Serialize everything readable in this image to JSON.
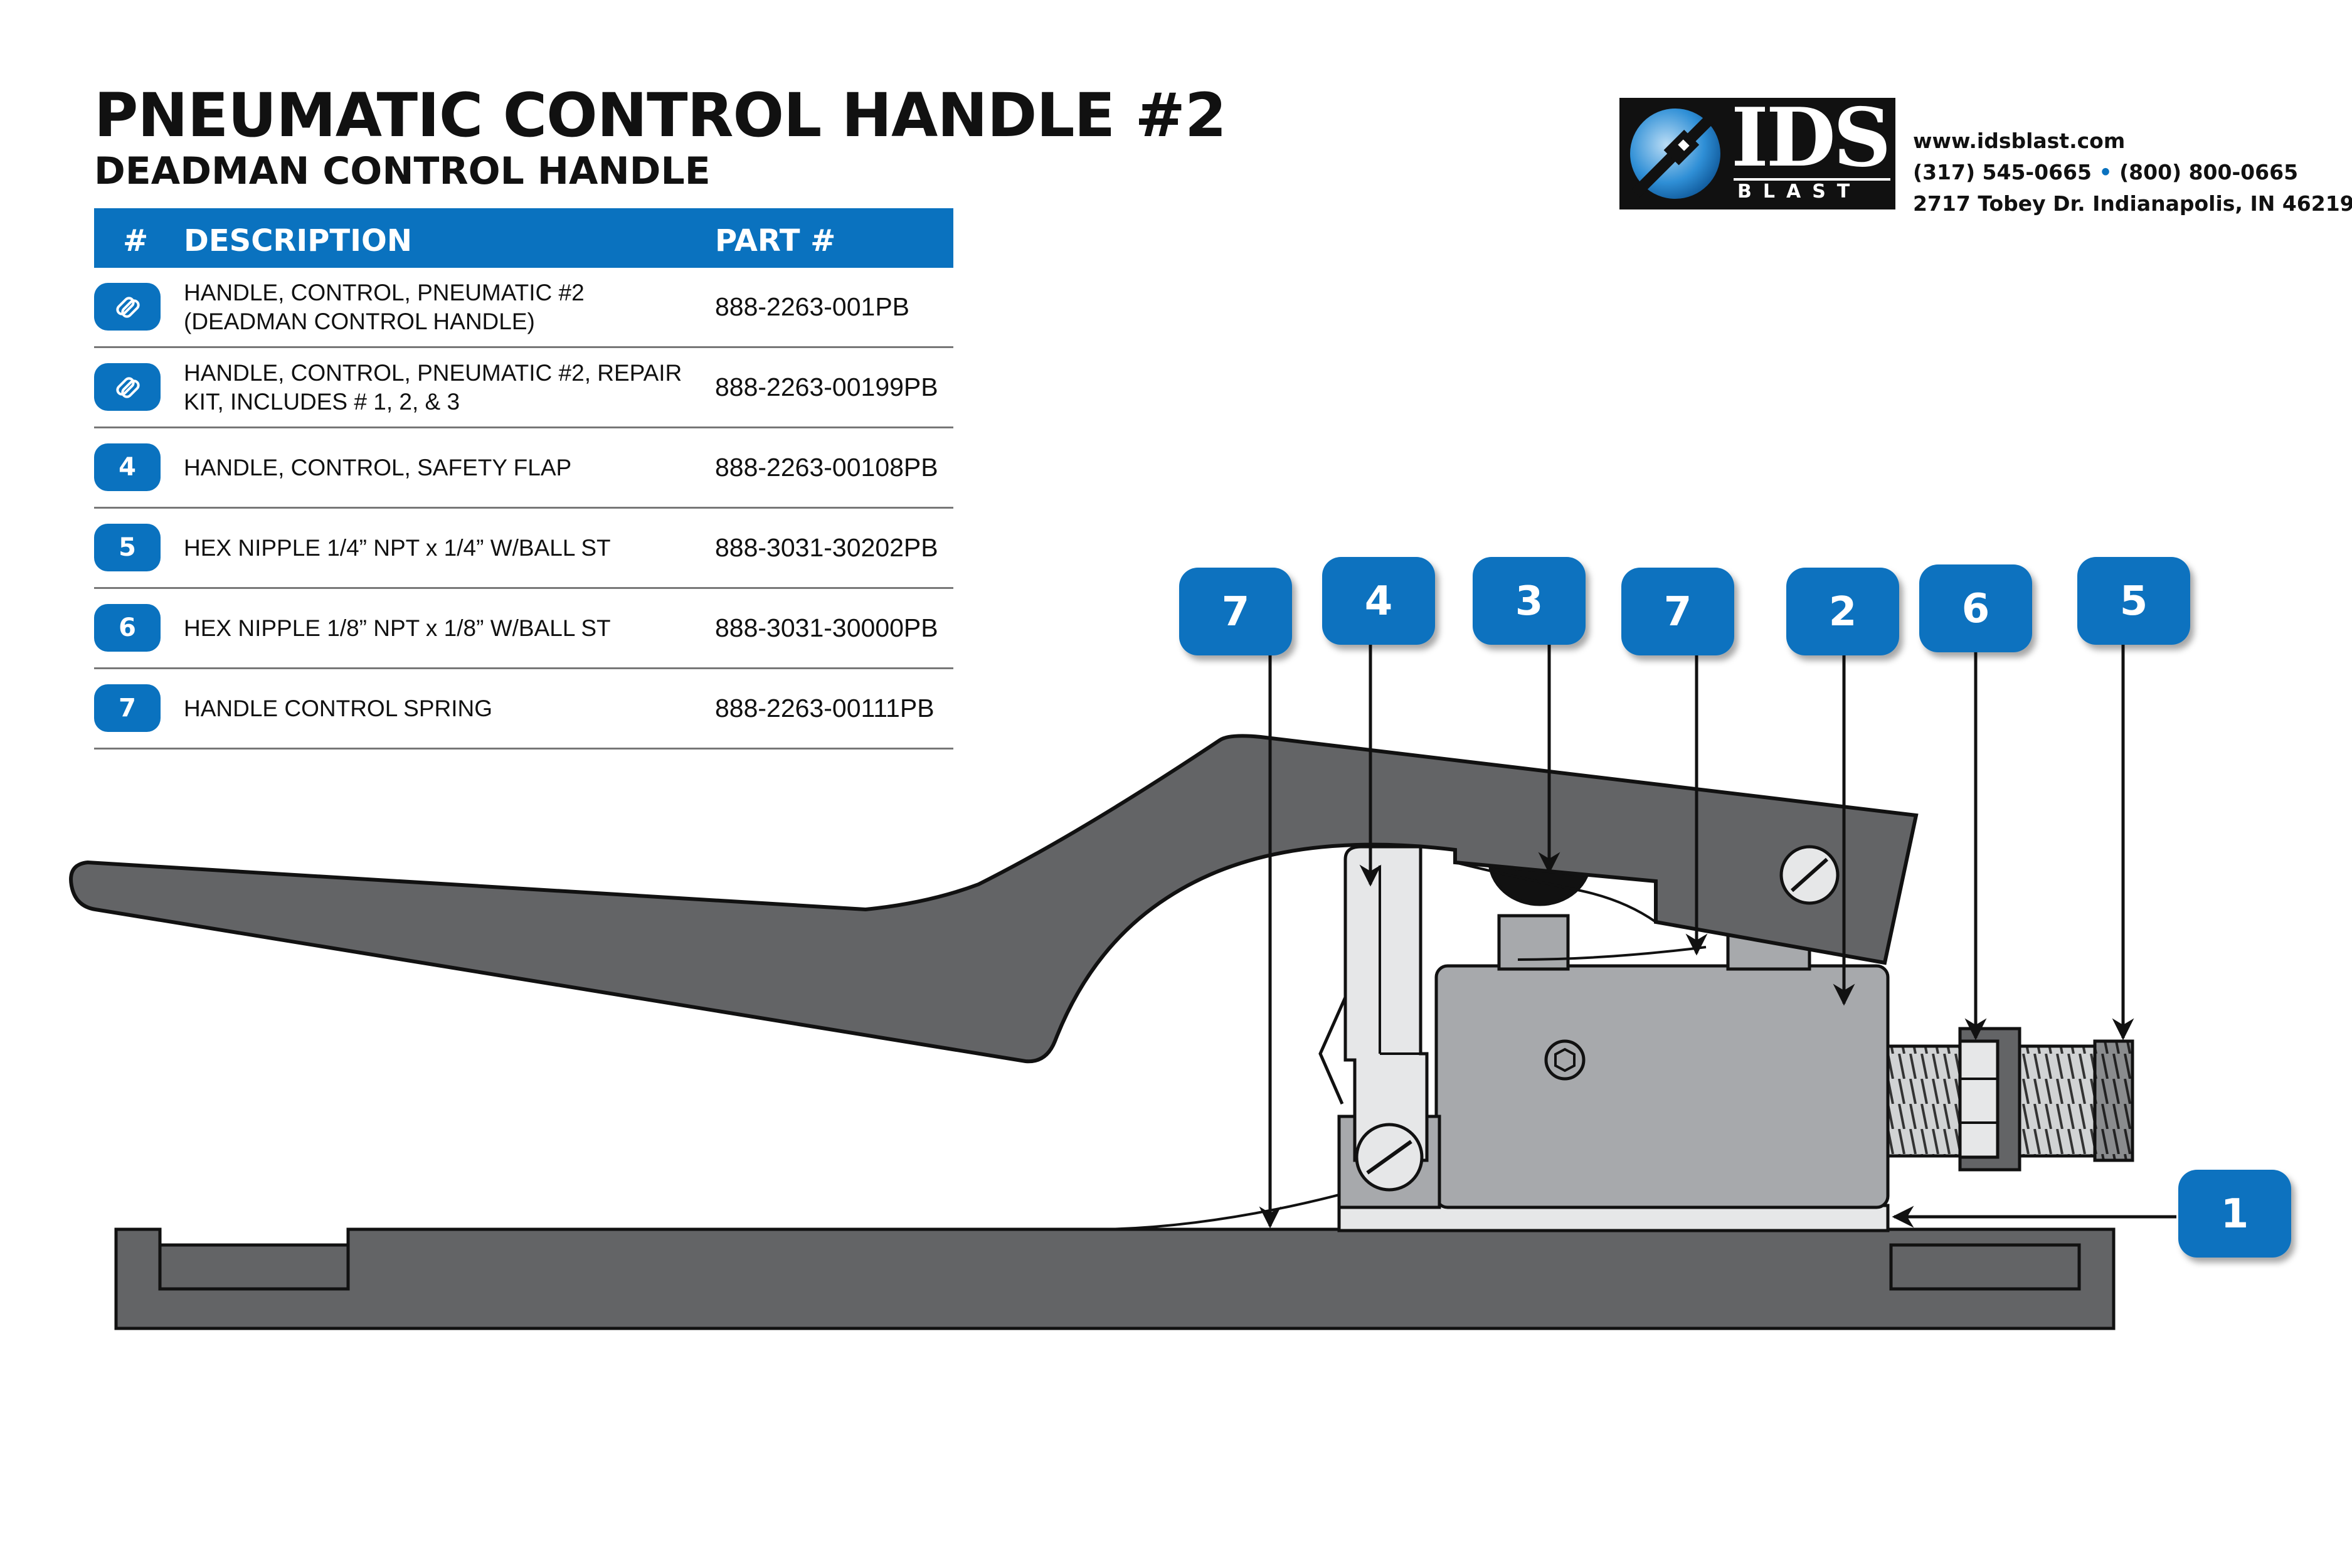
{
  "header": {
    "title": "PNEUMATIC CONTROL HANDLE #2",
    "subtitle": "DEADMAN CONTROL HANDLE"
  },
  "table": {
    "col_num": "#",
    "col_desc": "DESCRIPTION",
    "col_part": "PART #",
    "rows": [
      {
        "badge": "",
        "icon": "link-icon",
        "desc": "HANDLE, CONTROL, PNEUMATIC #2 (DEADMAN CONTROL HANDLE)",
        "part": "888-2263-001PB"
      },
      {
        "badge": "",
        "icon": "link-icon",
        "desc": "HANDLE, CONTROL, PNEUMATIC #2, REPAIR KIT, INCLUDES # 1, 2, & 3",
        "part": "888-2263-00199PB"
      },
      {
        "badge": "4",
        "desc": "HANDLE, CONTROL, SAFETY FLAP",
        "part": "888-2263-00108PB"
      },
      {
        "badge": "5",
        "desc": "HEX NIPPLE 1/4” NPT x 1/4” W/BALL ST",
        "part": "888-3031-30202PB"
      },
      {
        "badge": "6",
        "desc": "HEX NIPPLE 1/8” NPT x 1/8” W/BALL ST",
        "part": "888-3031-30000PB"
      },
      {
        "badge": "7",
        "desc": "HANDLE CONTROL SPRING",
        "part": "888-2263-00111PB"
      }
    ]
  },
  "logo": {
    "ids": "IDS",
    "blast": "BLAST"
  },
  "contact": {
    "website": "www.idsblast.com",
    "phone1": "(317) 545-0665",
    "separator": "•",
    "phone2": "(800) 800-0665",
    "address": "2717 Tobey Dr. Indianapolis, IN 46219"
  },
  "callouts": {
    "c7a": "7",
    "c4": "4",
    "c3": "3",
    "c7b": "7",
    "c2": "2",
    "c6": "6",
    "c5": "5",
    "c1": "1"
  },
  "colors": {
    "accent": "#0a72bf",
    "dark_gray": "#636466",
    "mid_gray": "#a7a9ac",
    "light_gray": "#e6e7e8"
  }
}
